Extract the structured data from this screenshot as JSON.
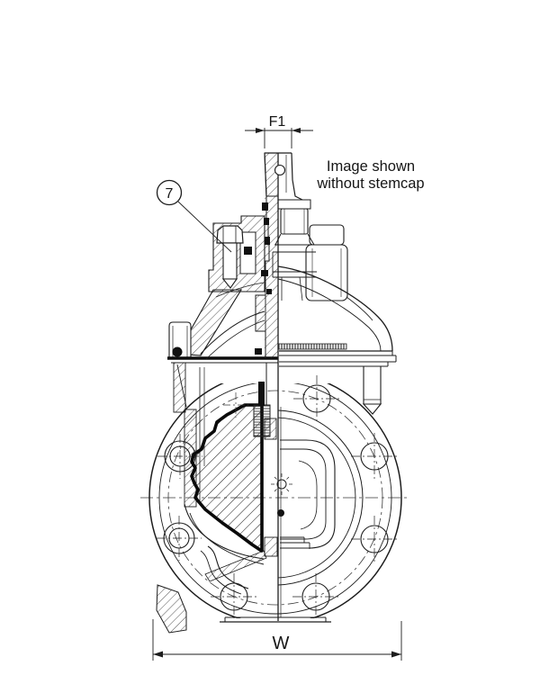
{
  "document": {
    "background_color": "#ffffff",
    "line_color": "#1d1d1d"
  },
  "annotations": {
    "note_line1": "Image shown",
    "note_line2": "without stemcap",
    "dim_f1_label": "F1",
    "dim_w_label": "W",
    "callout_7": "7"
  }
}
